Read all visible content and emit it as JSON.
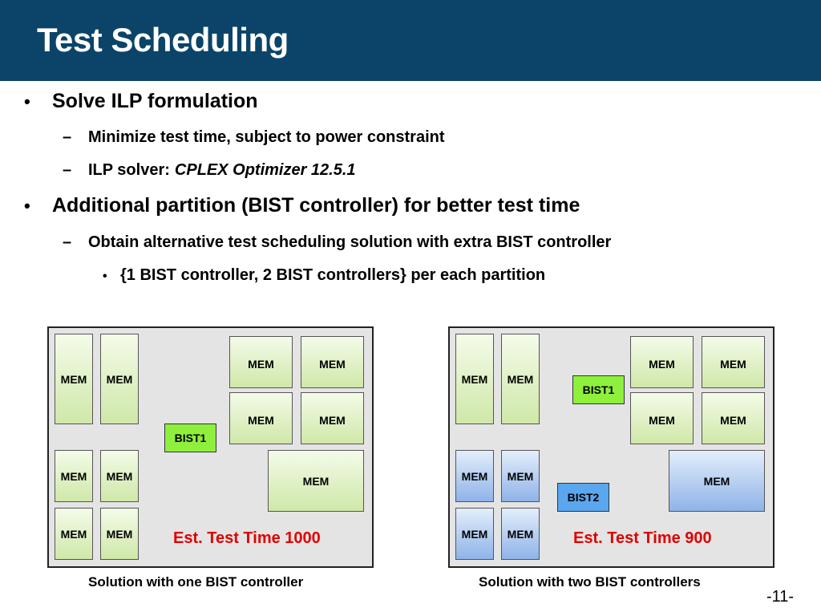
{
  "slide": {
    "title": "Test Scheduling",
    "page_number": "-11-"
  },
  "bullets": {
    "b1": "Solve ILP formulation",
    "b1_sub1": "Minimize test time, subject to power constraint",
    "b1_sub2_label": "ILP solver:",
    "b1_sub2_value": "CPLEX Optimizer 12.5.1",
    "b2": "Additional partition (BIST controller) for better test time",
    "b2_sub1": "Obtain alternative test scheduling solution with extra BIST controller",
    "b2_sub1_sub1": "{1 BIST controller,  2 BIST controllers}  per each partition",
    "bullet_mark": "•",
    "dash_mark": "–"
  },
  "left_diagram": {
    "block_label": "MEM",
    "bist1": "BIST1",
    "est_time": "Est. Test Time  1000",
    "caption": "Solution with one BIST controller"
  },
  "right_diagram": {
    "block_label": "MEM",
    "bist1": "BIST1",
    "bist2": "BIST2",
    "est_time": "Est. Test Time  900",
    "caption": "Solution with two BIST controllers"
  },
  "colors": {
    "header": "#0b4468",
    "mem_green": "#cfe8a8",
    "mem_blue": "#8fb3e8",
    "bist_green": "#8ef03c",
    "bist_blue": "#5aa6ef",
    "est_time": "#e00000"
  }
}
